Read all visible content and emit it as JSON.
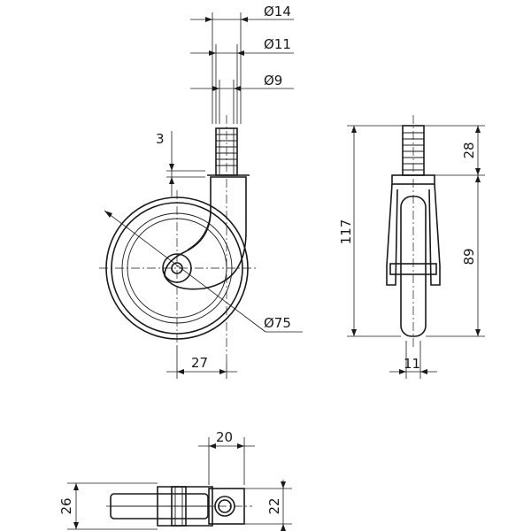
{
  "dimensions": {
    "d14": "Ø14",
    "d11": "Ø11",
    "d9": "Ø9",
    "offset_3": "3",
    "d75": "Ø75",
    "offset_27": "27",
    "height_117": "117",
    "height_28": "28",
    "height_89": "89",
    "width_11": "11",
    "width_20": "20",
    "height_26": "26",
    "height_22": "22"
  }
}
